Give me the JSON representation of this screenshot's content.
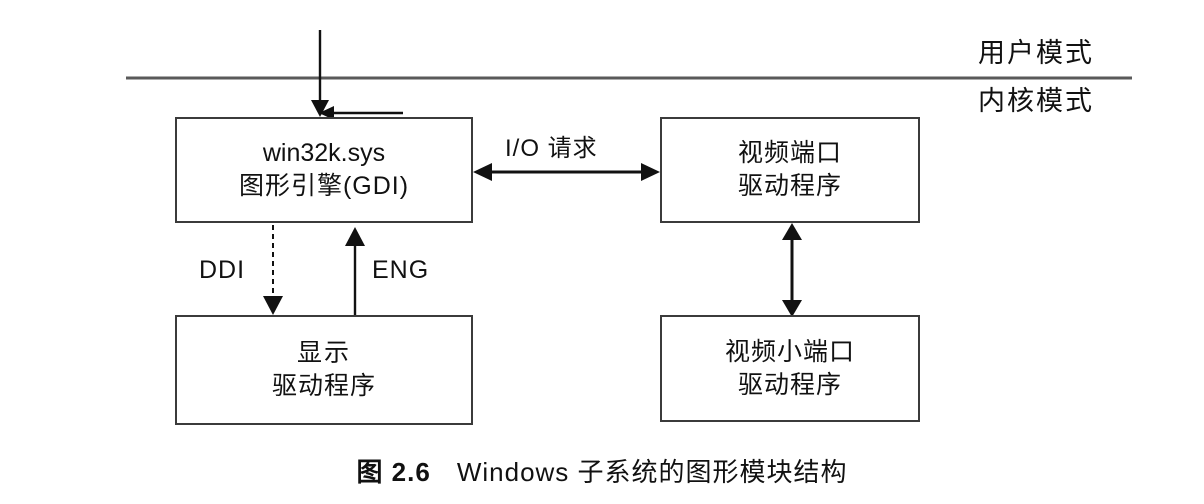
{
  "figure": {
    "caption_number": "图 2.6",
    "caption_text": "Windows 子系统的图形模块结构"
  },
  "mode_divider": {
    "user_mode_label": "用户模式",
    "kernel_mode_label": "内核模式"
  },
  "boxes": [
    {
      "id": "win32k",
      "line1": "win32k.sys",
      "line2": "图形引擎(GDI)"
    },
    {
      "id": "display-driver",
      "line1": "显示",
      "line2": "驱动程序"
    },
    {
      "id": "video-port-driver",
      "line1": "视频端口",
      "line2": "驱动程序"
    },
    {
      "id": "video-miniport-driver",
      "line1": "视频小端口",
      "line2": "驱动程序"
    }
  ],
  "connectors": {
    "io_request_label": "I/O 请求",
    "ddi_label": "DDI",
    "eng_label": "ENG"
  },
  "colors": {
    "stroke": "#3b3b3b",
    "arrow": "#111111",
    "background": "#ffffff",
    "divider": "#555555"
  }
}
